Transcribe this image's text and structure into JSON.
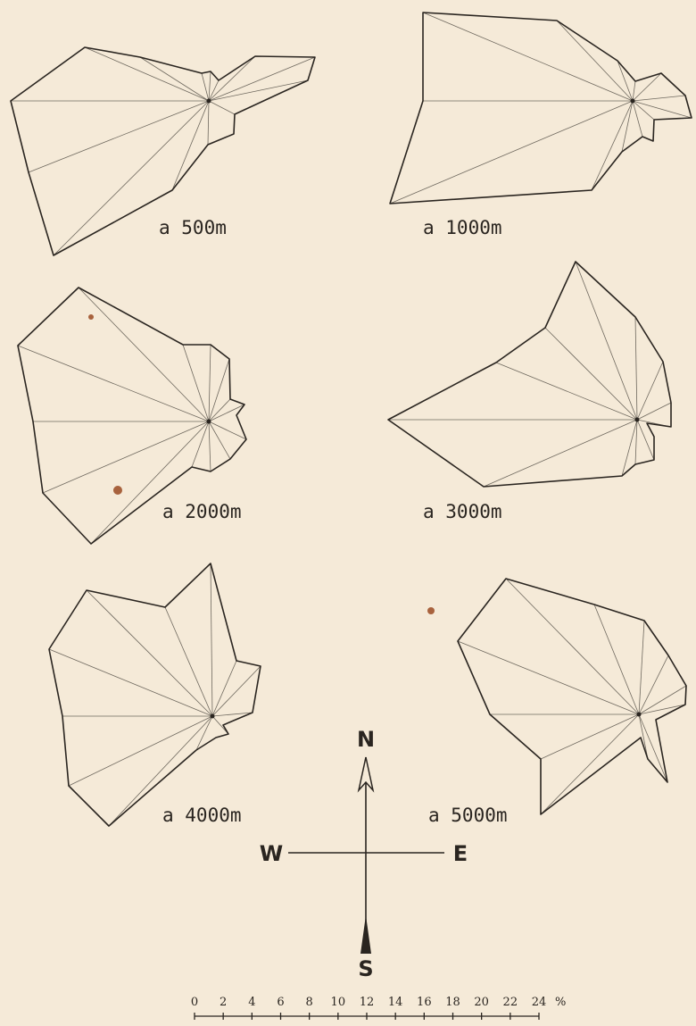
{
  "roses": [
    {
      "label": "a 500m"
    },
    {
      "label": "a 1000m"
    },
    {
      "label": "a 2000m"
    },
    {
      "label": "a 3000m"
    },
    {
      "label": "a 4000m"
    },
    {
      "label": "a 5000m"
    }
  ],
  "compass": {
    "north": "N",
    "south": "S",
    "east": "E",
    "west": "W"
  },
  "scale": {
    "ticks": [
      "0",
      "2",
      "4",
      "6",
      "8",
      "10",
      "12",
      "14",
      "16",
      "18",
      "20",
      "22",
      "24"
    ],
    "unit": "%"
  }
}
